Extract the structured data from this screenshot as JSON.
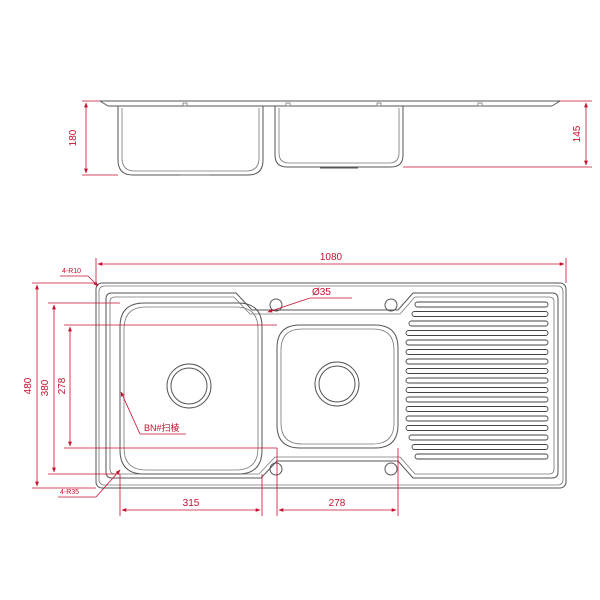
{
  "side_view": {
    "dim_left": "180",
    "dim_right": "145"
  },
  "top_view": {
    "dim_overall_width": "1080",
    "dim_overall_height": "480",
    "dim_bowl_height": "380",
    "dim_small_bowl_height": "278",
    "dim_large_bowl_width": "315",
    "dim_small_bowl_width": "278",
    "label_corner_radius": "4-R10",
    "label_bowl_radius": "4-R35",
    "label_tap_hole": "Ø35",
    "label_edge_note": "BN#扫棱"
  },
  "colors": {
    "dimension": "#c8102e",
    "outline": "#555555"
  }
}
